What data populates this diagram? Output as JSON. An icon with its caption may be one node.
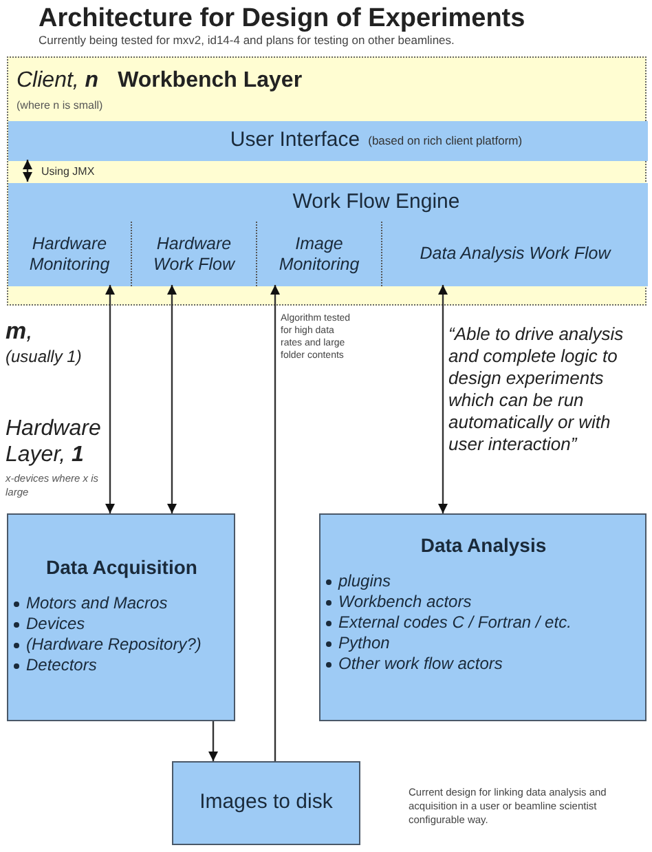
{
  "diagram": {
    "title": "Architecture for Design of Experiments",
    "caption": "Currently being tested for mxv2, id14-4 and plans for testing on other beamlines.",
    "nodes": [
      {
        "text": [
          "Client, **n**",
          "Workbench Layer",
          "(where n is small)"
        ]
      },
      {
        "text": [
          "User Interface",
          "(based on rich client platform)"
        ],
        "in": 0
      },
      {
        "text": [
          "Work Flow Engine"
        ],
        "in": 0
      },
      {
        "text": [
          "Hardware Monitoring"
        ],
        "in": 0
      },
      {
        "text": [
          "Hardware Work Flow"
        ],
        "in": 0
      },
      {
        "text": [
          "Image Monitoring"
        ],
        "in": 0
      },
      {
        "text": [
          "Data Analysis Work Flow"
        ],
        "in": 0
      },
      {
        "text": [
          "Data Acquisition",
          "Motors and Macros",
          "Devices",
          "(Hardware Repository?)",
          "Detectors"
        ]
      },
      {
        "text": [
          "Data Analysis",
          "plugins",
          "Workbench actors",
          "External codes C / Fortran / etc.",
          "Python",
          "Other work flow actors"
        ]
      },
      {
        "text": [
          "Images to disk"
        ]
      }
    ],
    "edges": [
      {
        "from": 1,
        "to": 2,
        "arrow": "both",
        "label": "Using JMX"
      },
      {
        "from": 3,
        "to": 7,
        "arrow": "both"
      },
      {
        "from": 4,
        "to": 7,
        "arrow": "both"
      },
      {
        "from": 9,
        "to": 5,
        "arrow": "to"
      },
      {
        "from": 6,
        "to": 8,
        "arrow": "both"
      },
      {
        "from": 7,
        "to": 9,
        "arrow": "to"
      }
    ],
    "labels": [
      "**m**,",
      "(usually 1)",
      "Hardware Layer, **1**",
      "x-devices where x is large",
      "Algorithm tested for high data rates and large folder contents",
      "“Able to drive analysis and complete logic to design experiments which can be run automatically or with user interaction”",
      "Current design for linking data analysis and acquisition in a user or beamline scientist configurable way."
    ]
  }
}
